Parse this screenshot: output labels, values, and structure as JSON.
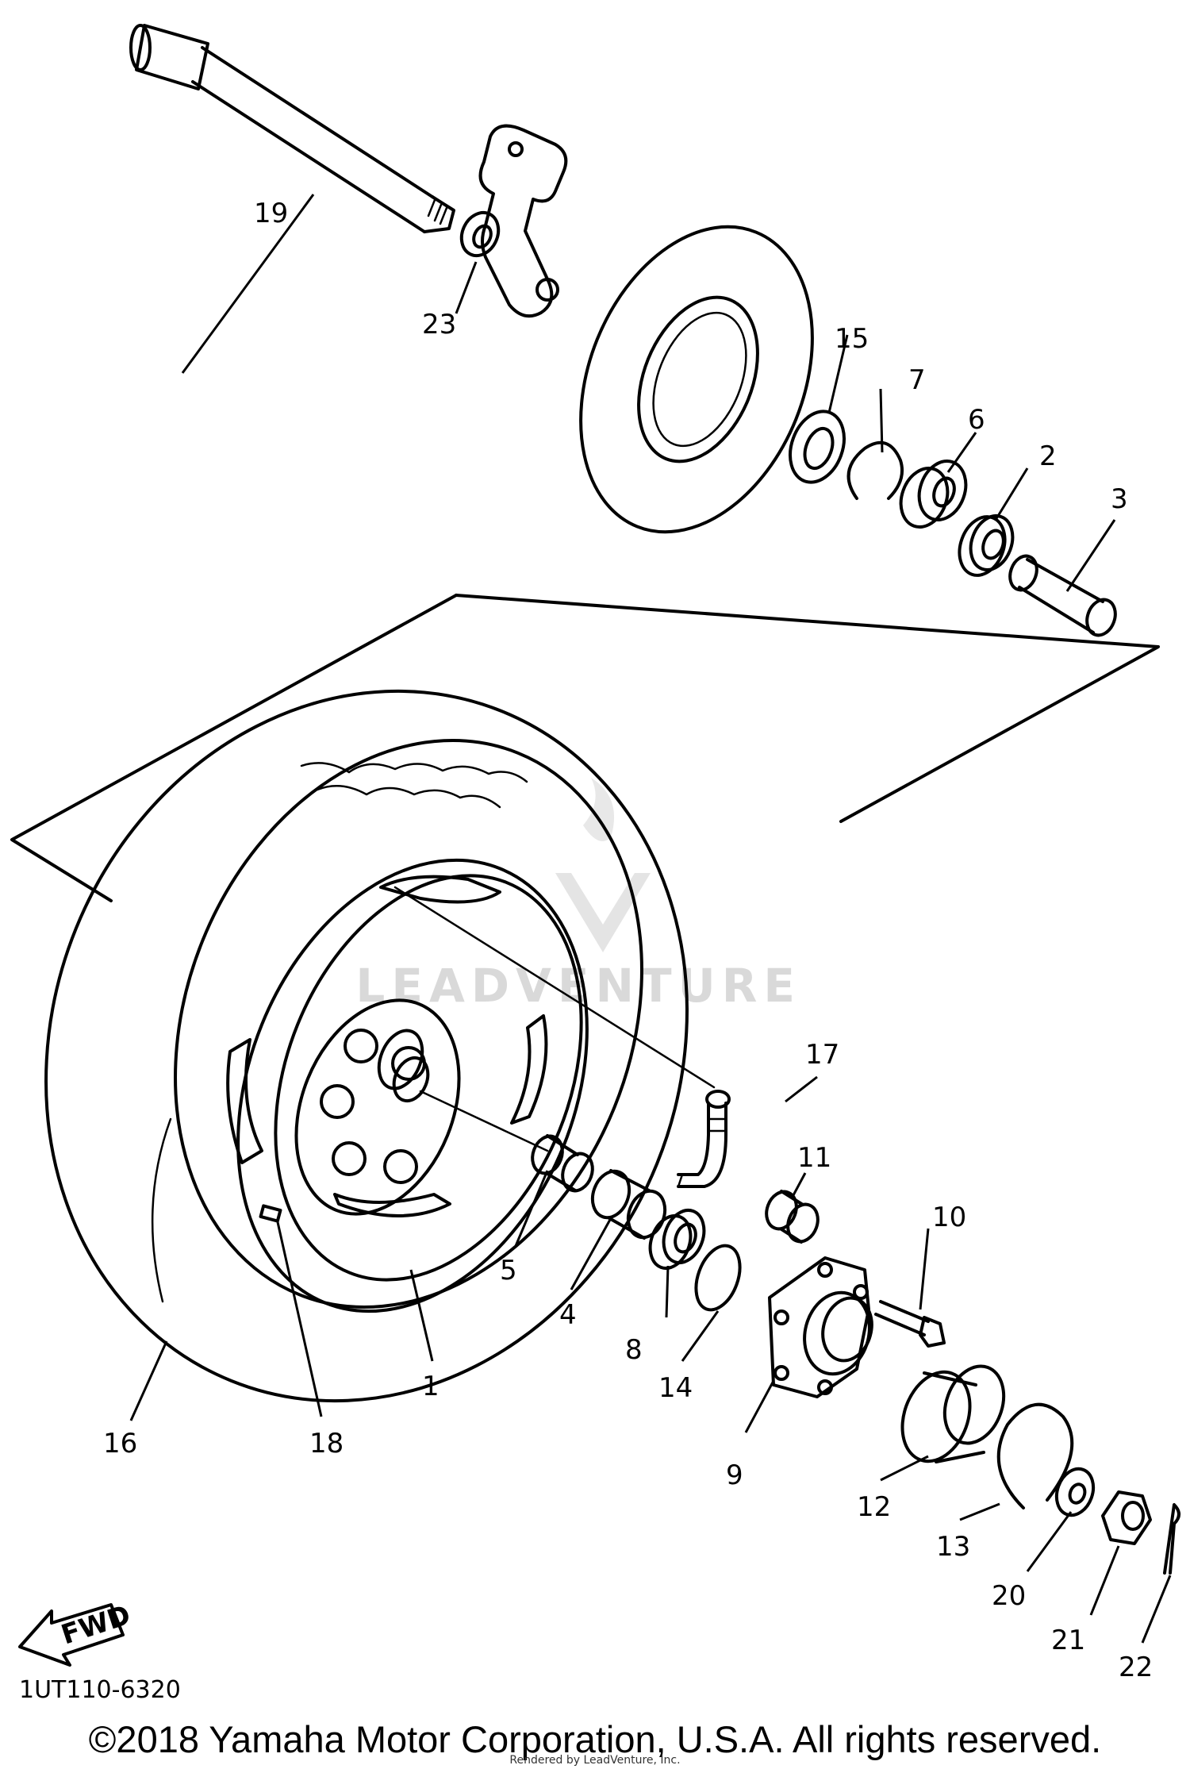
{
  "diagram_code": "1UT110-6320",
  "copyright": "©2018 Yamaha Motor Corporation, U.S.A. All rights reserved.",
  "rendered_by": "Rendered by LeadVenture, Inc.",
  "watermark": "LEADVENTURE",
  "fwd_label": "FWD",
  "callouts": {
    "c1": "1",
    "c2": "2",
    "c3": "3",
    "c4": "4",
    "c5": "5",
    "c6": "6",
    "c7": "7",
    "c8": "8",
    "c9": "9",
    "c10": "10",
    "c11": "11",
    "c12": "12",
    "c13": "13",
    "c14": "14",
    "c15": "15",
    "c16": "16",
    "c17": "17",
    "c18": "18",
    "c19": "19",
    "c20": "20",
    "c21": "21",
    "c22": "22",
    "c23": "23"
  }
}
